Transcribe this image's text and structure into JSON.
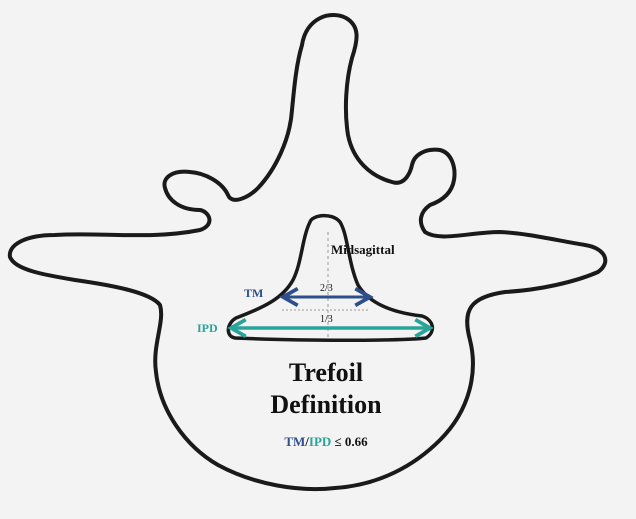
{
  "labels": {
    "midsagittal": "Midsagittal",
    "tm": "TM",
    "ipd": "IPD",
    "two_thirds": "2/3",
    "one_third": "1/3",
    "title_line1": "Trefoil",
    "title_line2": "Definition",
    "formula_tm": "TM",
    "formula_slash": "/",
    "formula_ipd": "IPD",
    "formula_rest": " ≤ 0.66"
  },
  "colors": {
    "background": "#f3f3f3",
    "outline": "#1a1a1a",
    "tm_arrow": "#2c4f8c",
    "ipd_arrow": "#2aa39a",
    "text": "#111111"
  }
}
